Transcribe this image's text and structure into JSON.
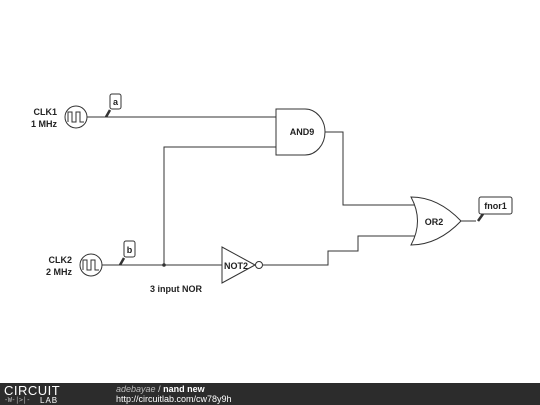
{
  "diagram": {
    "clk1_name": "CLK1",
    "clk1_freq": "1 MHz",
    "clk2_name": "CLK2",
    "clk2_freq": "2 MHz",
    "node_a": "a",
    "node_b": "b",
    "and_gate": "AND9",
    "not_gate": "NOT2",
    "or_gate": "OR2",
    "output_node": "fnor1",
    "caption": "3 input NOR"
  },
  "footer": {
    "logo_top": "CIRCUIT",
    "logo_symbols": "-W-|>|-",
    "logo_bottom": "LAB",
    "author": "adebayae",
    "separator": "/",
    "title": "nand new",
    "url": "http://circuitlab.com/cw78y9h"
  }
}
